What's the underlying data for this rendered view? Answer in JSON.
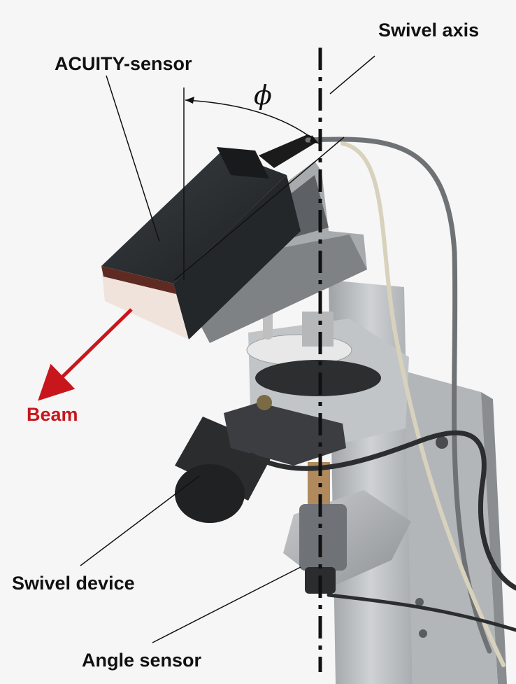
{
  "labels": {
    "swivel_axis": "Swivel axis",
    "acuity_sensor": "ACUITY-sensor",
    "angle_symbol": "ϕ",
    "beam": "Beam",
    "swivel_device": "Swivel device",
    "angle_sensor": "Angle sensor"
  },
  "colors": {
    "background": "#f6f6f6",
    "beam_arrow": "#c8161d",
    "label_text": "#111111",
    "pole": "#b9bcbf",
    "sensor_box": "#2a2d30"
  }
}
